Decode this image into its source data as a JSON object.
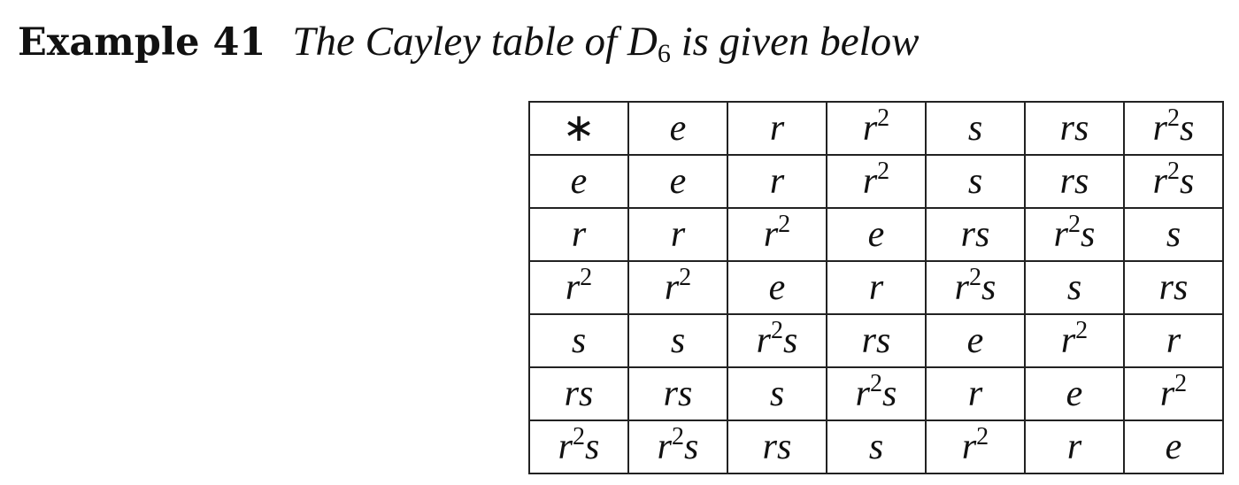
{
  "heading": {
    "label": "Example 41",
    "statement_before": "The Cayley table of",
    "group_symbol": "D",
    "group_index": "6",
    "statement_after": "is given below"
  },
  "cayley_table": {
    "header": [
      "∗",
      "e",
      "r",
      "r^2",
      "s",
      "rs",
      "r^2s"
    ],
    "rows": [
      [
        "e",
        "e",
        "r",
        "r^2",
        "s",
        "rs",
        "r^2s"
      ],
      [
        "r",
        "r",
        "r^2",
        "e",
        "rs",
        "r^2s",
        "s"
      ],
      [
        "r^2",
        "r^2",
        "e",
        "r",
        "r^2s",
        "s",
        "rs"
      ],
      [
        "s",
        "s",
        "r^2s",
        "rs",
        "e",
        "r^2",
        "r"
      ],
      [
        "rs",
        "rs",
        "s",
        "r^2s",
        "r",
        "e",
        "r^2"
      ],
      [
        "r^2s",
        "r^2s",
        "rs",
        "s",
        "r^2",
        "r",
        "e"
      ]
    ]
  }
}
